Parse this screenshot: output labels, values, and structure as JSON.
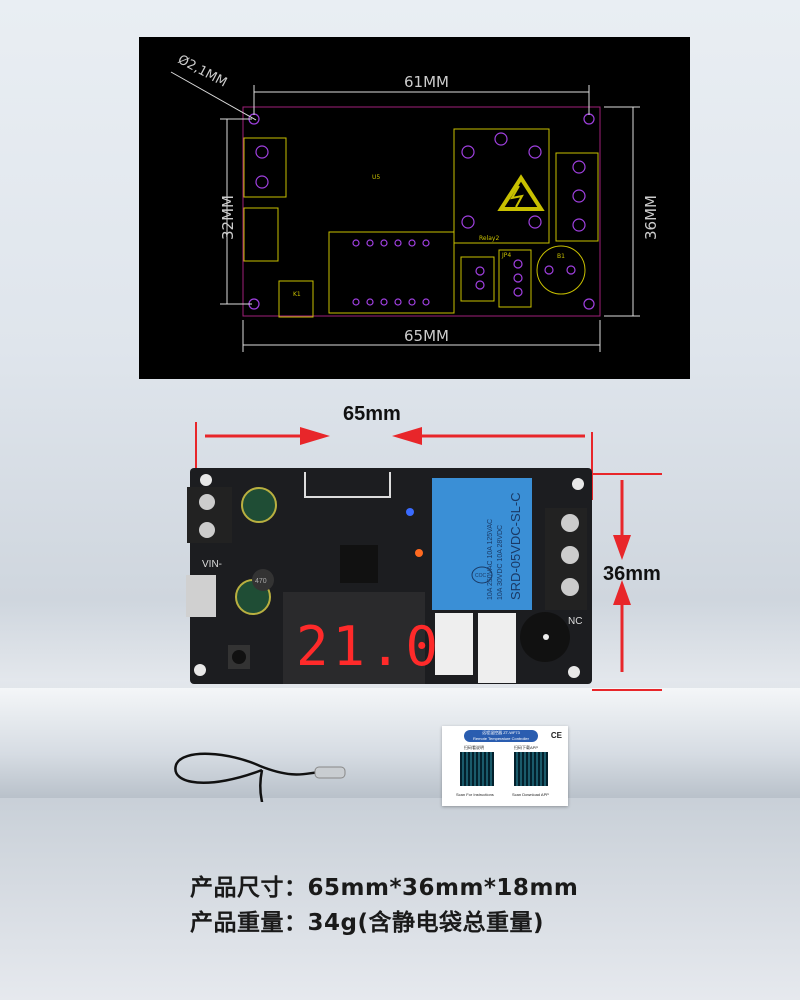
{
  "cad_drawing": {
    "hole_diameter": "Ø2,1MM",
    "hole_spacing_width": "61MM",
    "board_width": "65MM",
    "hole_spacing_height": "32MM",
    "board_height": "36MM",
    "labels": {
      "u5": "U5",
      "relay": "Relay2",
      "jp4": "JP4",
      "k1": "K1",
      "b1": "B1"
    }
  },
  "photo": {
    "width_label": "65mm",
    "height_label": "36mm",
    "display_reading": "21.0",
    "terminal_labels": {
      "vin": "VIN-",
      "nc": "NC"
    },
    "relay_text": [
      "SRD-05VDC-SL-C",
      "10A 250VAC 10A 125VAC",
      "10A 30VDC 10A 28VDC"
    ],
    "relay_brand": "COC",
    "inductor_mark": "470"
  },
  "card": {
    "title": "远程温控器 ZT-WF73",
    "subtitle": "Remote Temperature Controller",
    "ce_mark": "CE",
    "left_heading": "扫码看说明",
    "left_caption": "Scan For Instructions",
    "right_heading": "扫码下载APP",
    "right_caption": "Scan Download APP"
  },
  "specs": {
    "size": "产品尺寸：65mm*36mm*18mm",
    "weight": "产品重量：34g(含静电袋总重量)"
  },
  "colors": {
    "cad_bg": "#000000",
    "arrow_red": "#e8262a",
    "relay_blue": "#3a8fd6",
    "led_red": "#ff2a2a"
  }
}
